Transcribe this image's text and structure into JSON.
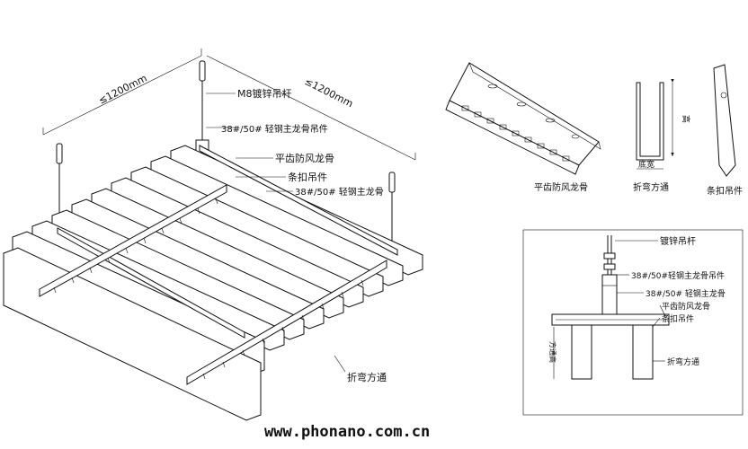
{
  "main": {
    "dim_left": "≤1200mm",
    "dim_right": "≤1200mm",
    "label_rod": "M8镀锌吊杆",
    "label_main_hanger": "38#/50# 轻钢主龙骨吊件",
    "label_wind_keel": "平齿防风龙骨",
    "label_clip": "条扣吊件",
    "label_main_keel": "38#/50# 轻钢主龙骨",
    "label_tube": "折弯方通"
  },
  "parts": {
    "wind_keel": "平齿防风龙骨",
    "tube": "折弯方通",
    "tube_height": "高",
    "tube_width": "底宽",
    "clip": "条扣吊件"
  },
  "section": {
    "label_rod": "镀锌吊杆",
    "label_main_hanger": "38#/50#轻钢主龙骨吊件",
    "label_main_keel": "38#/50# 轻钢主龙骨",
    "label_wind_keel": "平齿防风龙骨",
    "label_clip": "条扣吊件",
    "label_tube": "折弯方通",
    "label_height": "方通高"
  },
  "footer": {
    "website": "www.phonano.com.cn"
  }
}
